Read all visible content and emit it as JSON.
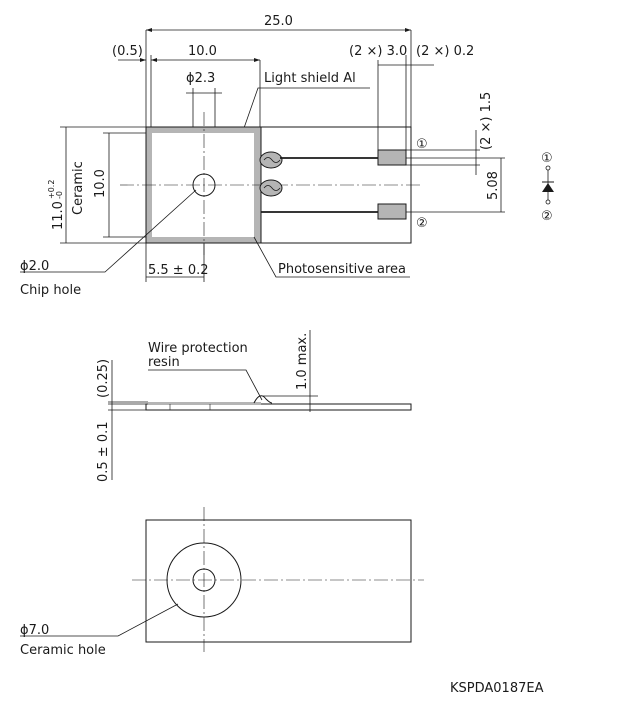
{
  "drawing_code": "KSPDA0187EA",
  "top_view": {
    "dim_overall_width": "25.0",
    "dim_offset": "(0.5)",
    "dim_chip_width": "10.0",
    "dim_shield_dia": "ϕ2.3",
    "label_light_shield": "Light shield Al",
    "dim_lead_len": "(2 ×) 3.0",
    "dim_lead_gap": "(2 ×) 0.2",
    "dim_lead_width": "(2 ×) 1.5",
    "dim_ceramic_height": "11.0",
    "tol_ceramic_upper": "+0.2",
    "tol_ceramic_lower": "-0",
    "label_ceramic": "Ceramic",
    "dim_chip_height": "10.0",
    "dim_pitch": "5.08",
    "dim_chip_hole": "ϕ2.0",
    "label_chip_hole": "Chip hole",
    "dim_active_center": "5.5 ± 0.2",
    "label_photosensitive": "Photosensitive area",
    "pin1": "①",
    "pin2": "②"
  },
  "side_view": {
    "label_wire_protection_1": "Wire protection",
    "label_wire_protection_2": "resin",
    "dim_resin_height": "1.0 max.",
    "dim_gap": "(0.25)",
    "dim_thickness": "0.5 ± 0.1"
  },
  "bottom_view": {
    "dim_ceramic_hole": "ϕ7.0",
    "label_ceramic_hole": "Ceramic hole"
  },
  "symbol": {
    "pin1": "①",
    "pin2": "②"
  }
}
